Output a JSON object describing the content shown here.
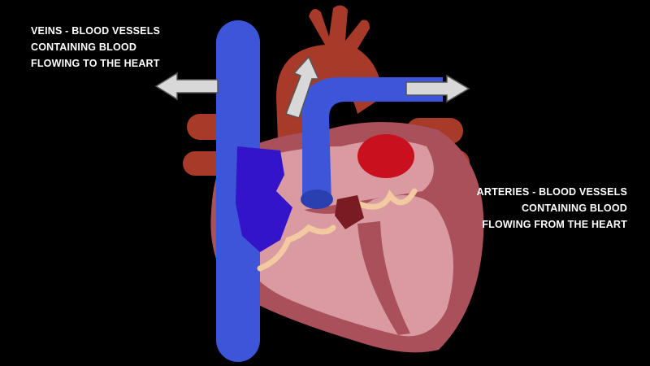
{
  "veins_caption": {
    "lines": [
      "VEINS - BLOOD VESSELS",
      "CONTAINING BLOOD",
      "FLOWING TO THE HEART"
    ]
  },
  "arteries_caption": {
    "lines": [
      "ARTERIES - BLOOD VESSELS",
      "CONTAINING BLOOD",
      "FLOWING FROM THE HEART"
    ]
  },
  "colors": {
    "background": "#000000",
    "vein_blue": "#3d55d8",
    "atrium_blue": "#3414c8",
    "artery_red": "#a83a2a",
    "left_atrium_red": "#c8101e",
    "heart_outer": "#a9505a",
    "heart_inner": "#d99aa2",
    "valve": "#f2c9a0",
    "arrow": "#d8d8d8"
  }
}
